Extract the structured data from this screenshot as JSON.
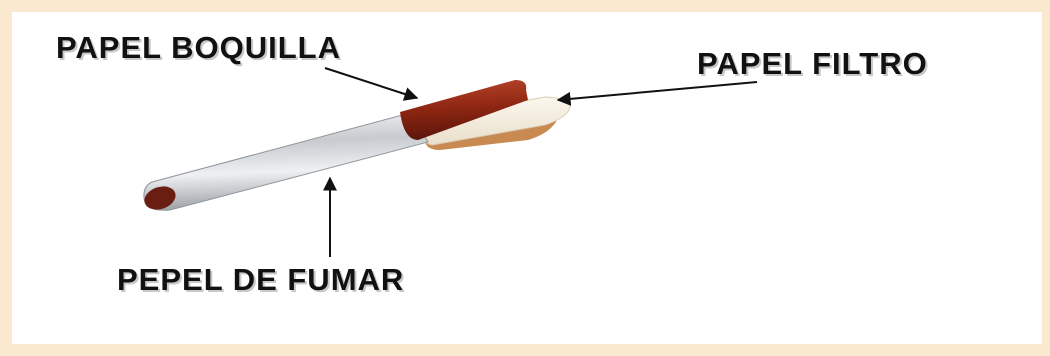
{
  "labels": {
    "tipping_paper": "PAPEL BOQUILLA",
    "filter_paper": "PAPEL FILTRO",
    "cigarette_paper": "PEPEL DE FUMAR"
  },
  "colors": {
    "frame_border": "#fbe9cf",
    "tipping_band": "#9a2b16",
    "filter_plug": "#f4eddc",
    "filter_shadow": "#c98a52",
    "tobacco_end": "#6a1e12",
    "paper_tube": "#d9dde0",
    "arrows": "#111111"
  },
  "icons": {
    "illustration": "cigarette-illustration",
    "pointers": "arrow-icon"
  }
}
